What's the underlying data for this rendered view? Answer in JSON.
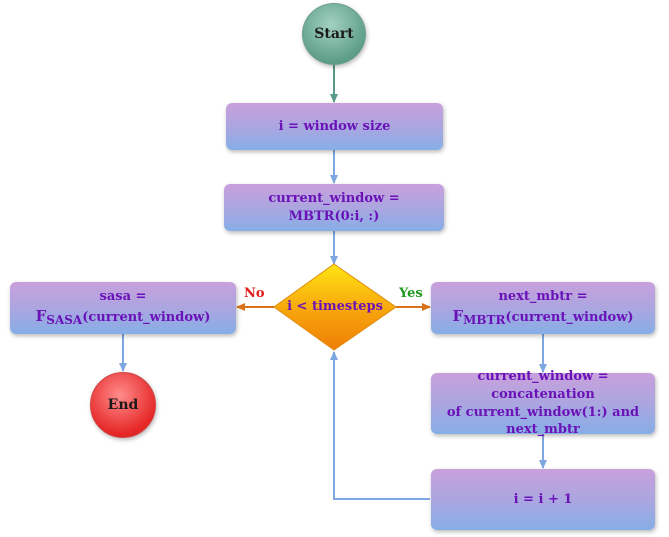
{
  "nodes": {
    "start": "Start",
    "init": "i = window size",
    "window_line1": "current_window =",
    "window_line2": "MBTR(0:i, :)",
    "decision": "i < timesteps",
    "sasa_prefix": "sasa = ",
    "sasa_f": "F",
    "sasa_sub": "SASA",
    "sasa_arg": "(current_window)",
    "mbtr_line1": "next_mbtr =",
    "mbtr_f": "F",
    "mbtr_sub": "MBTR",
    "mbtr_arg": "(current_window)",
    "concat_line1": "current_window = concatenation",
    "concat_line2": "of current_window(1:) and",
    "concat_line3": "next_mbtr",
    "increment": "i = i + 1",
    "end": "End"
  },
  "edges": {
    "no": "No",
    "yes": "Yes"
  },
  "colors": {
    "arrow_blue": "#7ea6e0",
    "arrow_teal": "#5a9a8a",
    "arrow_orange": "#d9731a",
    "text_purple": "#6a12b8",
    "no_red": "#e01b1b",
    "yes_green": "#1e9a1e"
  }
}
